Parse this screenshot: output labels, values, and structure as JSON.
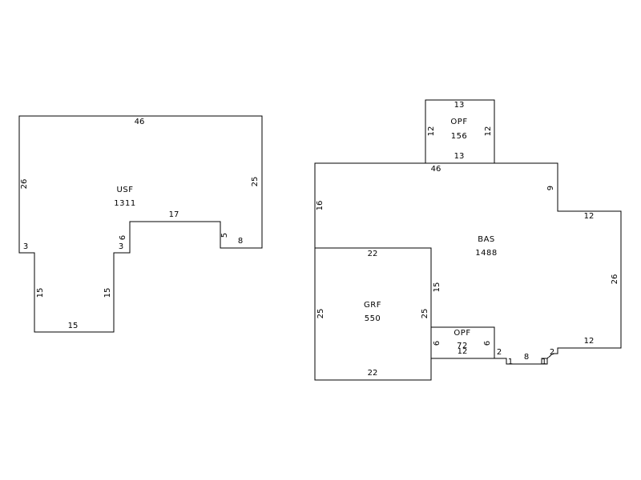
{
  "usf": {
    "name": "USF",
    "area": "1311",
    "dims": {
      "top": "46",
      "left": "26",
      "right": "25",
      "inner_top": "17",
      "step_right": "5",
      "right_bottom": "8",
      "left_step": "3",
      "inner_vert": "6",
      "inner_step": "3",
      "leg_left": "15",
      "leg_right": "15",
      "bottom": "15"
    }
  },
  "opf_top": {
    "name": "OPF",
    "area": "156",
    "dims": {
      "top": "13",
      "bottom": "13",
      "left": "12",
      "right": "12"
    }
  },
  "bas": {
    "name": "BAS",
    "area": "1488",
    "dims": {
      "top": "46",
      "left": "16",
      "right_upper": "9",
      "right_step": "12",
      "right": "26",
      "bottom_step": "12",
      "inner_vert": "15",
      "notch_left": "2",
      "notch_bottom": "8",
      "notch_right": "2",
      "tick_left": "1",
      "tick_right": "1"
    }
  },
  "grf": {
    "name": "GRF",
    "area": "550",
    "dims": {
      "top": "22",
      "bottom": "22",
      "left": "25",
      "right": "25"
    }
  },
  "opf_small": {
    "name": "OPF",
    "area": "72",
    "dims": {
      "bottom": "12",
      "left": "6",
      "right": "6"
    }
  }
}
